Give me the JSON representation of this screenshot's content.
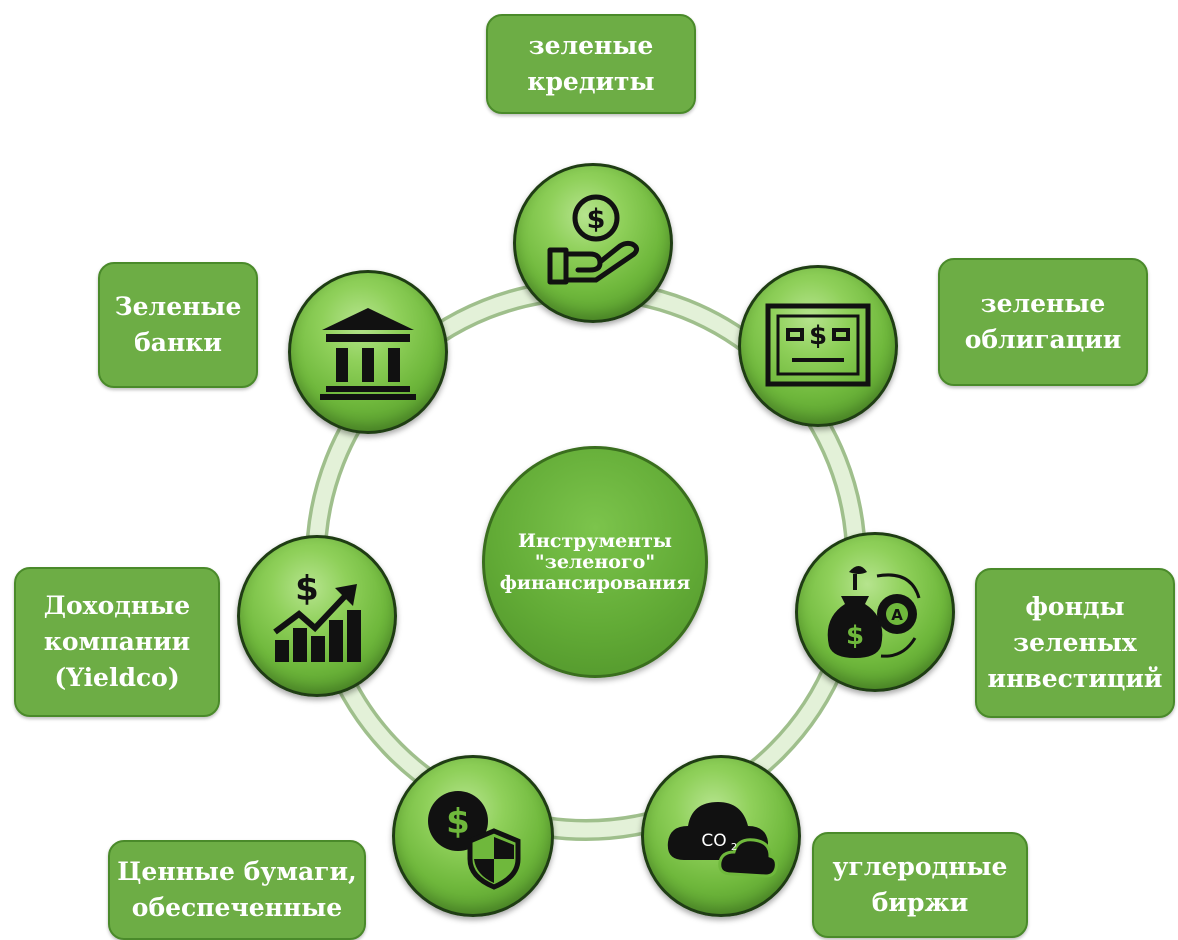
{
  "center": {
    "lines": [
      "Инструменты",
      "\"зеленого\"",
      "финансирования"
    ]
  },
  "labels": {
    "green_loans": [
      "зеленые",
      "кредиты"
    ],
    "green_bonds": [
      "зеленые",
      "облигации"
    ],
    "green_funds": [
      "фонды",
      "зеленых",
      "инвестиций"
    ],
    "carbon_exchanges": [
      "углеродные",
      "биржи"
    ],
    "securities": [
      "Ценные бумаги,",
      "обеспеченные"
    ],
    "yieldco": [
      "Доходные",
      "компании",
      "(Yieldco)"
    ],
    "green_banks": [
      "Зеленые",
      "банки"
    ]
  },
  "nodes": [
    {
      "id": "green-loans",
      "icon": "hand-coin-icon"
    },
    {
      "id": "green-bonds",
      "icon": "banknote-icon"
    },
    {
      "id": "green-funds",
      "icon": "investment-bag-icon"
    },
    {
      "id": "carbon-exchanges",
      "icon": "co2-cloud-icon"
    },
    {
      "id": "securities",
      "icon": "coin-shield-icon"
    },
    {
      "id": "yieldco",
      "icon": "growth-chart-icon"
    },
    {
      "id": "green-banks",
      "icon": "bank-building-icon"
    }
  ],
  "colors": {
    "label_fill": "#6dad45",
    "node_fill": "#6fb83c",
    "ring": "#d6ebc6",
    "icon": "#111111"
  }
}
